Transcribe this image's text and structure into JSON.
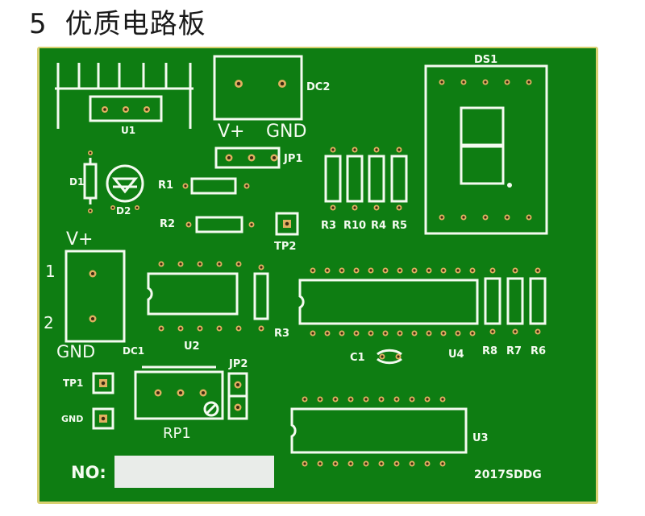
{
  "title": {
    "number": "5",
    "text": "优质电路板"
  },
  "colors": {
    "board": "#0e7d12",
    "board_edge": "#d8d070",
    "silkscreen": "#f4fbf0",
    "pad": "#e0b060",
    "hole": "#3a2a10",
    "label_box": "#e9ece9"
  },
  "board": {
    "labels": {
      "u1": "U1",
      "dc2": "DC2",
      "ds1": "DS1",
      "vplus_top": "V+",
      "gnd_top": "GND",
      "jp1": "JP1",
      "d1": "D1",
      "d2": "D2",
      "r1": "R1",
      "r2": "R2",
      "r3": "R3",
      "r10": "R10",
      "r4": "R4",
      "r5": "R5",
      "tp2": "TP2",
      "vplus_left": "V+",
      "pin1": "1",
      "pin2": "2",
      "gnd_left": "GND",
      "dc1": "DC1",
      "u2": "U2",
      "c1": "C1",
      "u4": "U4",
      "r8": "R8",
      "r7": "R7",
      "r6": "R6",
      "jp2": "JP2",
      "tp1": "TP1",
      "gnd_small": "GND",
      "rp1": "RP1",
      "u3": "U3",
      "no": "NO:",
      "code": "2017SDDG"
    }
  }
}
